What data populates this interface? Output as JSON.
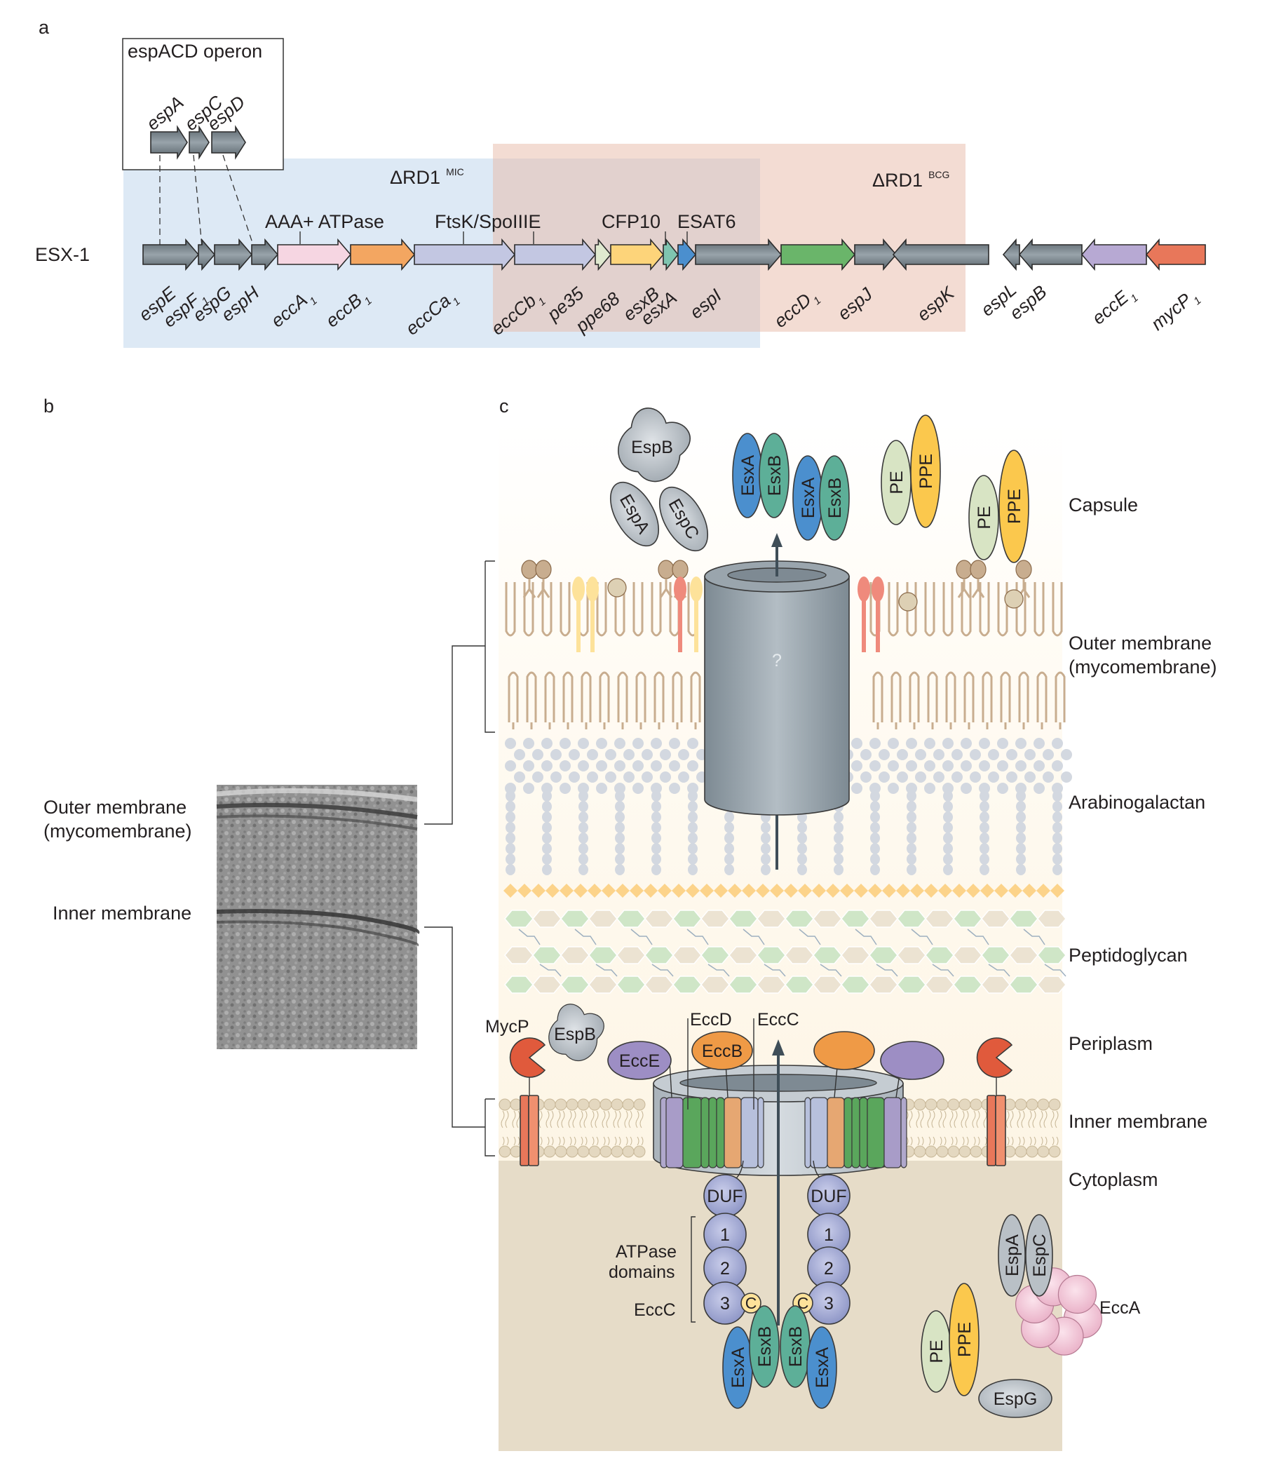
{
  "figure": {
    "panel_labels": {
      "a": "a",
      "b": "b",
      "c": "c"
    }
  },
  "panel_a": {
    "locus_label": "ESX-1",
    "operon_box_title": "espACD operon",
    "operon_genes": [
      {
        "name": "espA",
        "color": "#6b767d"
      },
      {
        "name": "espC",
        "color": "#6b767d"
      },
      {
        "name": "espD",
        "color": "#6b767d"
      }
    ],
    "regions": [
      {
        "name": "ΔRD1",
        "superscript": "MIC",
        "color": "#dde9f5"
      },
      {
        "name": "ΔRD1",
        "superscript": "BCG",
        "color": "#f3d9d0"
      }
    ],
    "domain_annotations": [
      {
        "text": "AAA+ ATPase",
        "gene": "eccA1"
      },
      {
        "text": "FtsK/SpoIIIE",
        "gene": "eccCb1"
      },
      {
        "text": "CFP10",
        "gene": "esxB"
      },
      {
        "text": "ESAT6",
        "gene": "esxA"
      }
    ],
    "genes": [
      {
        "name": "espE",
        "sub": "",
        "strand": "+",
        "color": "#6b767d"
      },
      {
        "name": "espF",
        "sub": "1",
        "strand": "+",
        "color": "#6b767d"
      },
      {
        "name": "espG",
        "sub": "",
        "strand": "+",
        "color": "#6b767d"
      },
      {
        "name": "espH",
        "sub": "",
        "strand": "+",
        "color": "#6b767d"
      },
      {
        "name": "eccA",
        "sub": "1",
        "strand": "+",
        "color": "#f6d6e2"
      },
      {
        "name": "eccB",
        "sub": "1",
        "strand": "+",
        "color": "#f3a661"
      },
      {
        "name": "eccCa",
        "sub": "1",
        "strand": "+",
        "color": "#c3c7e2"
      },
      {
        "name": "eccCb",
        "sub": "1",
        "strand": "+",
        "color": "#c3c7e2"
      },
      {
        "name": "pe35",
        "sub": "",
        "strand": "+",
        "color": "#dfe9cf"
      },
      {
        "name": "ppe68",
        "sub": "",
        "strand": "+",
        "color": "#fdd47a"
      },
      {
        "name": "esxB",
        "sub": "",
        "strand": "+",
        "color": "#7fc4b0"
      },
      {
        "name": "esxA",
        "sub": "",
        "strand": "+",
        "color": "#4b8fce"
      },
      {
        "name": "espI",
        "sub": "",
        "strand": "+",
        "color": "#6b767d"
      },
      {
        "name": "eccD",
        "sub": "1",
        "strand": "+",
        "color": "#6ab56a"
      },
      {
        "name": "espJ",
        "sub": "",
        "strand": "+",
        "color": "#6b767d"
      },
      {
        "name": "espK",
        "sub": "",
        "strand": "-",
        "color": "#6b767d"
      },
      {
        "name": "espL",
        "sub": "",
        "strand": "-",
        "color": "#6b767d"
      },
      {
        "name": "espB",
        "sub": "",
        "strand": "-",
        "color": "#6b767d"
      },
      {
        "name": "eccE",
        "sub": "1",
        "strand": "-",
        "color": "#b7a9d3"
      },
      {
        "name": "mycP",
        "sub": "1",
        "strand": "-",
        "color": "#e8775a"
      }
    ]
  },
  "panel_b": {
    "image_description": "cryo-electron micrograph of mycobacterial cell envelope",
    "labels": {
      "outer_line1": "Outer membrane",
      "outer_line2": "(mycomembrane)",
      "inner": "Inner membrane"
    }
  },
  "panel_c": {
    "layer_labels": {
      "capsule": "Capsule",
      "outer_line1": "Outer membrane",
      "outer_line2": "(mycomembrane)",
      "arabinogalactan": "Arabinogalactan",
      "peptidoglycan": "Peptidoglycan",
      "periplasm": "Periplasm",
      "inner_membrane": "Inner membrane",
      "cytoplasm": "Cytoplasm"
    },
    "outer_channel_label": "?",
    "secreted": {
      "espB": "EspB",
      "espA": "EspA",
      "espC": "EspC",
      "esxA": "EsxA",
      "esxB": "EsxB",
      "pe": "PE",
      "ppe": "PPE"
    },
    "periplasm": {
      "mycp": "MycP",
      "espB": "EspB",
      "eccE": "EccE",
      "eccB": "EccB",
      "eccD": "EccD",
      "eccC": "EccC"
    },
    "cytoplasm": {
      "duf": "DUF",
      "domain1": "1",
      "domain2": "2",
      "domain3": "3",
      "c_tag": "C",
      "atpase_line1": "ATPase",
      "atpase_line2": "domains",
      "eccC": "EccC",
      "esxA": "EsxA",
      "esxB": "EsxB",
      "espA": "EspA",
      "espC": "EspC",
      "eccA": "EccA",
      "pe": "PE",
      "ppe": "PPE",
      "espG": "EspG"
    },
    "colors": {
      "capsule_bg": "#fffaf0",
      "envelope_bg": "#fdf6e8",
      "cytoplasm_bg": "#e6dcc8",
      "lipid": "#c8ad8f",
      "channel": "#8e9aa2",
      "esxA": "#4b8fce",
      "esxB": "#5daf98",
      "pe": "#d8e4c4",
      "ppe": "#fbc84d",
      "esp": "#b9c0c6",
      "eccE": "#9d8ec4",
      "eccB": "#ef9a46",
      "eccD": "#5aa65c",
      "eccC": "#a8b0d6",
      "mycP": "#e05a3c",
      "eccA": "#f3c3d6"
    }
  }
}
